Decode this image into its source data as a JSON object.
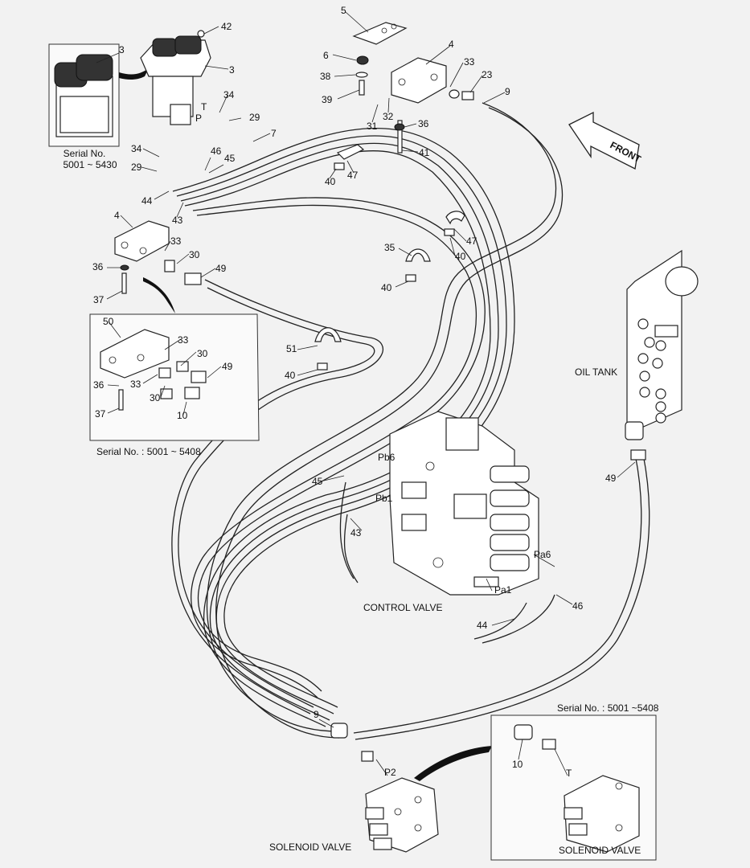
{
  "captions": {
    "serial_inset_1_line1": "Serial No.",
    "serial_inset_1_line2": "5001 ~ 5430",
    "serial_inset_2": "Serial No. : 5001 ~ 5408",
    "serial_inset_3": "Serial No. : 5001 ~5408",
    "front": "FRONT",
    "oil_tank": "OIL TANK",
    "control_valve": "CONTROL VALVE",
    "solenoid_valve": "SOLENOID VALVE",
    "solenoid_valve_inset": "SOLENOID VALVE"
  },
  "callouts": {
    "c42": "42",
    "c3a": "3",
    "c3b": "3",
    "c5": "5",
    "c6": "6",
    "c38": "38",
    "c39": "39",
    "c4a": "4",
    "c33a": "33",
    "c23": "23",
    "c9a": "9",
    "c34a": "34",
    "cT1": "T",
    "cP1": "P",
    "c29a": "29",
    "c7": "7",
    "c31": "31",
    "c32": "32",
    "c36a": "36",
    "c41": "41",
    "c34b": "34",
    "c29b": "29",
    "c46a": "46",
    "c45a": "45",
    "c47a": "47",
    "c40a": "40",
    "c44a": "44",
    "c43a": "43",
    "c4b": "4",
    "c33b": "33",
    "c30a": "30",
    "c36b": "36",
    "c49a": "49",
    "c37a": "37",
    "c35": "35",
    "c47b": "47",
    "c40b": "40",
    "c40c": "40",
    "c50": "50",
    "c33c": "33",
    "c30b": "30",
    "c51": "51",
    "c36c": "36",
    "c33d": "33",
    "c49b": "49",
    "c30c": "30",
    "c37b": "37",
    "c10a": "10",
    "c40d": "40",
    "cPb6": "Pb6",
    "c45b": "45",
    "cPb1": "Pb1",
    "c43b": "43",
    "cPa6": "Pa6",
    "cPa1": "Pa1",
    "c46b": "46",
    "c44b": "44",
    "c49c": "49",
    "c9b": "9",
    "cP2": "P2",
    "c10b": "10",
    "cT2": "T"
  }
}
